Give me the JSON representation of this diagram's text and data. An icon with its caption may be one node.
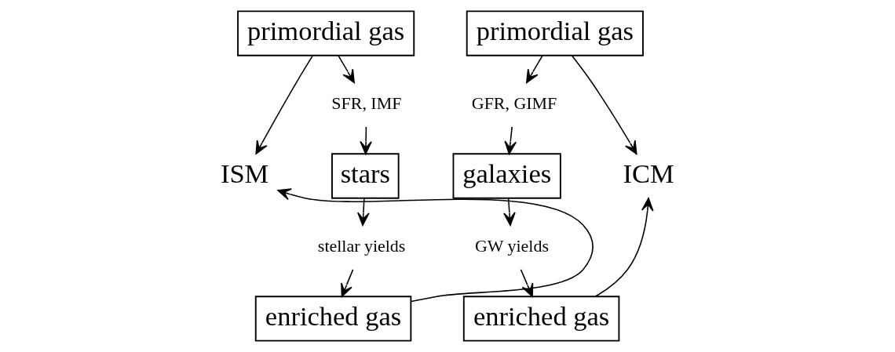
{
  "diagram": {
    "nodes": [
      {
        "text": [
          "primordial gas"
        ]
      },
      {
        "text": [
          "primordial gas"
        ]
      },
      {
        "text": [
          "SFR, IMF"
        ]
      },
      {
        "text": [
          "GFR, GIMF"
        ]
      },
      {
        "text": [
          "ISM"
        ]
      },
      {
        "text": [
          "stars"
        ]
      },
      {
        "text": [
          "galaxies"
        ]
      },
      {
        "text": [
          "ICM"
        ]
      },
      {
        "text": [
          "stellar yields"
        ]
      },
      {
        "text": [
          "GW yields"
        ]
      },
      {
        "text": [
          "enriched gas"
        ]
      },
      {
        "text": [
          "enriched gas"
        ]
      }
    ],
    "edges": [
      {
        "from": 0,
        "to": 2,
        "arrow": "to"
      },
      {
        "from": 2,
        "to": 5,
        "arrow": "to"
      },
      {
        "from": 5,
        "to": 8,
        "arrow": "to"
      },
      {
        "from": 8,
        "to": 10,
        "arrow": "to"
      },
      {
        "from": 0,
        "to": 4,
        "arrow": "to"
      },
      {
        "from": 10,
        "to": 4,
        "arrow": "to"
      },
      {
        "from": 1,
        "to": 3,
        "arrow": "to"
      },
      {
        "from": 3,
        "to": 6,
        "arrow": "to"
      },
      {
        "from": 6,
        "to": 9,
        "arrow": "to"
      },
      {
        "from": 9,
        "to": 11,
        "arrow": "to"
      },
      {
        "from": 1,
        "to": 7,
        "arrow": "to"
      },
      {
        "from": 11,
        "to": 7,
        "arrow": "to"
      }
    ]
  }
}
